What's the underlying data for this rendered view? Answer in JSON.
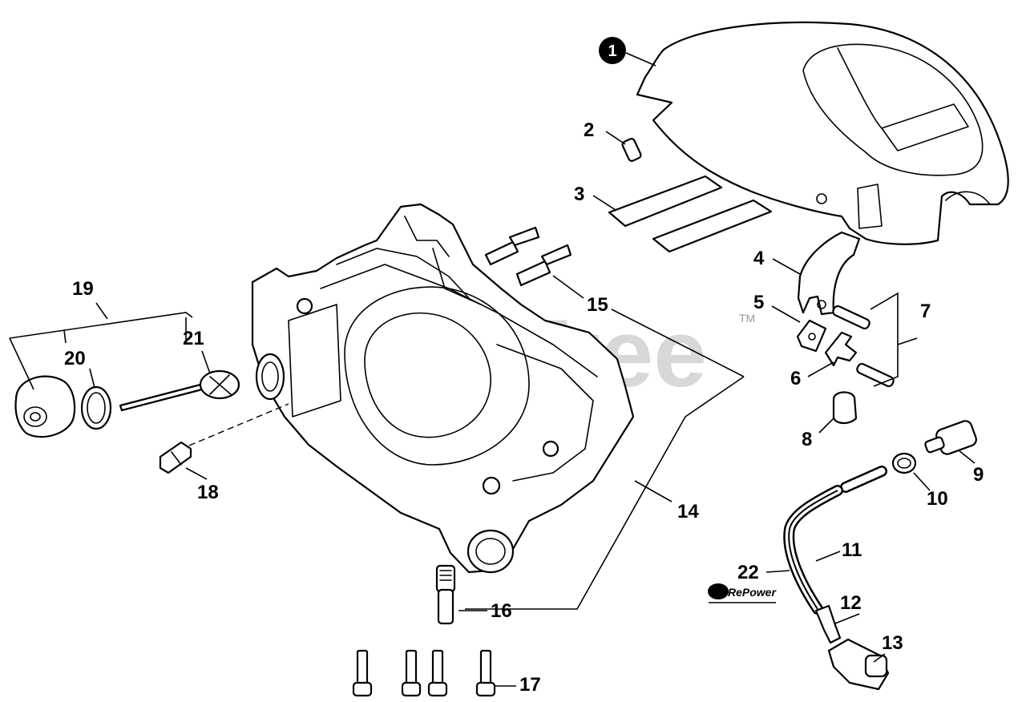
{
  "watermark": {
    "text": "PartsTree",
    "trademark": "TM"
  },
  "callouts": {
    "c1": "1",
    "c2": "2",
    "c3": "3",
    "c4": "4",
    "c5": "5",
    "c6": "6",
    "c7": "7",
    "c8": "8",
    "c9": "9",
    "c10": "10",
    "c11": "11",
    "c12": "12",
    "c13": "13",
    "c14": "14",
    "c15": "15",
    "c16": "16",
    "c17": "17",
    "c18": "18",
    "c19": "19",
    "c20": "20",
    "c21": "21",
    "c22": "22"
  },
  "repower_label": "RePower"
}
